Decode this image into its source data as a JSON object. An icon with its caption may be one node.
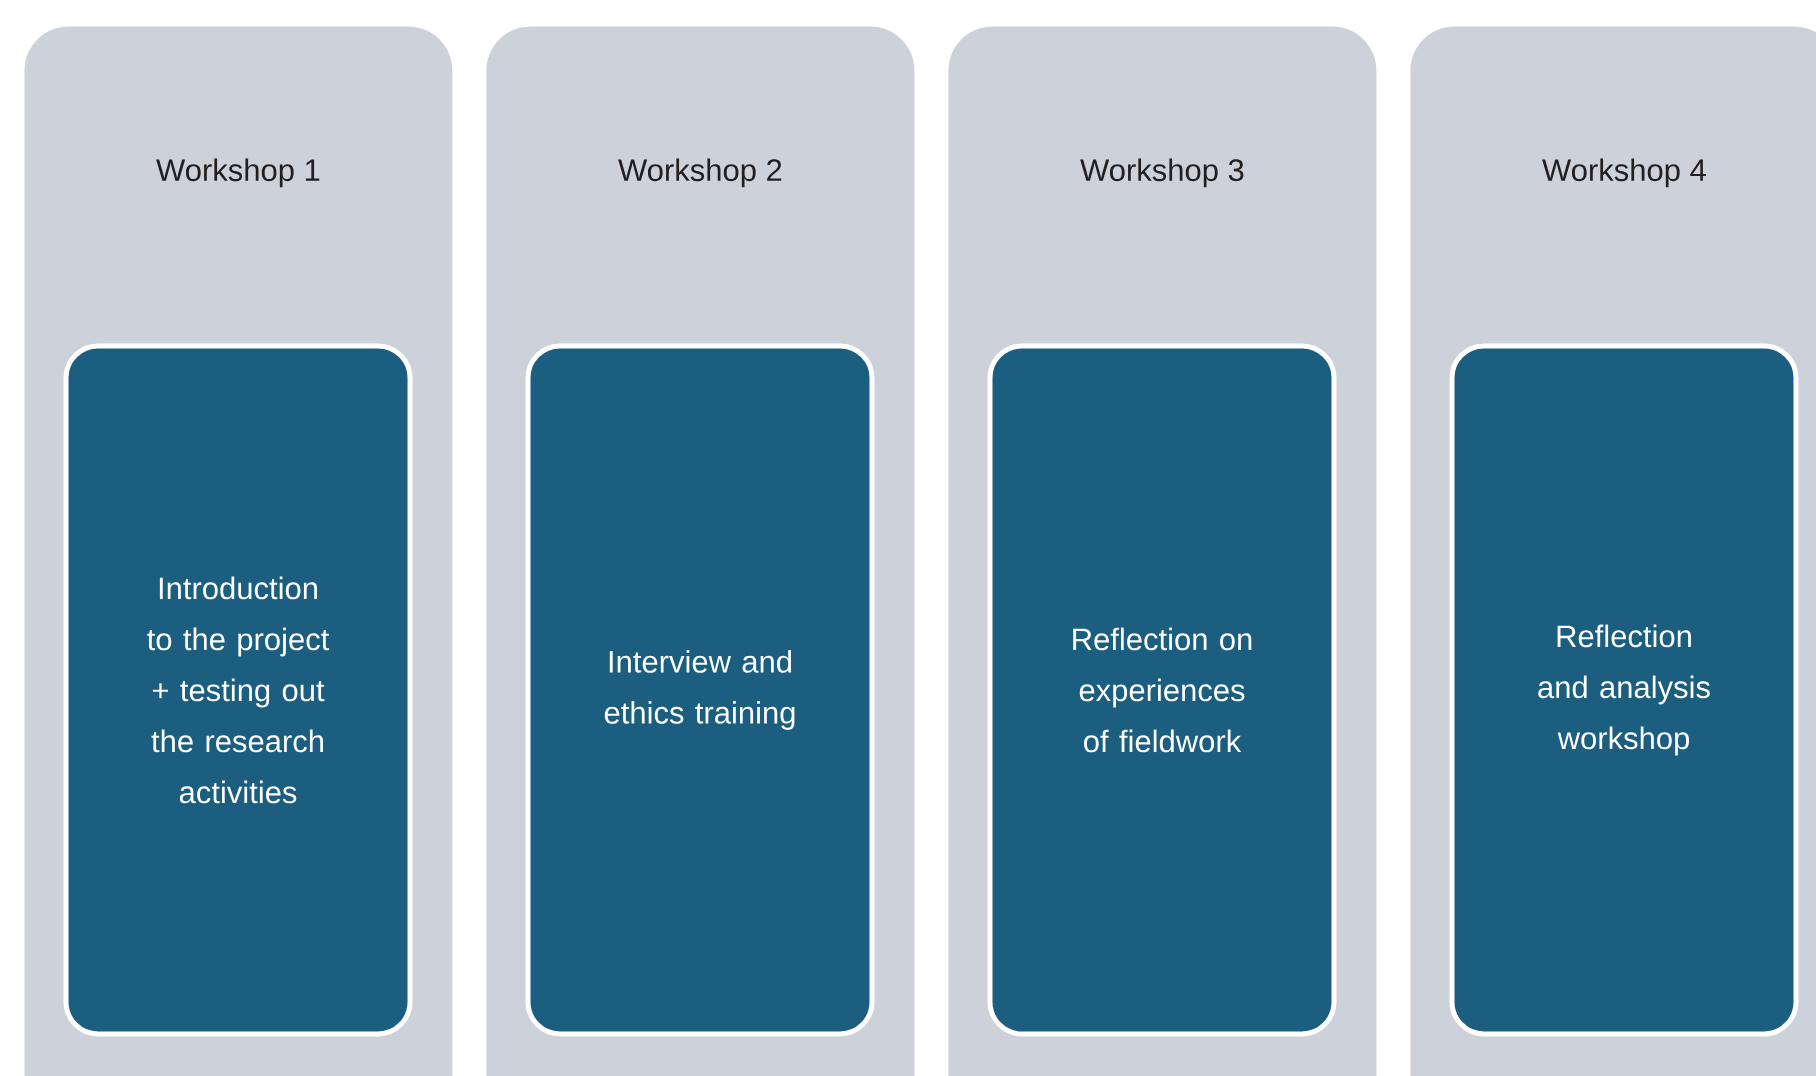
{
  "diagram": {
    "nodes": [
      {
        "text": [
          "Workshop 1"
        ]
      },
      {
        "text": [
          "Introduction to the project + testing out the research activities"
        ],
        "in": 0
      },
      {
        "text": [
          "Workshop 2"
        ]
      },
      {
        "text": [
          "Interview and ethics training"
        ],
        "in": 2
      },
      {
        "text": [
          "Workshop 3"
        ]
      },
      {
        "text": [
          "Reflection on experiences of fieldwork"
        ],
        "in": 4
      },
      {
        "text": [
          "Workshop 4"
        ]
      },
      {
        "text": [
          "Reflection and analysis workshop"
        ],
        "in": 6
      }
    ]
  }
}
